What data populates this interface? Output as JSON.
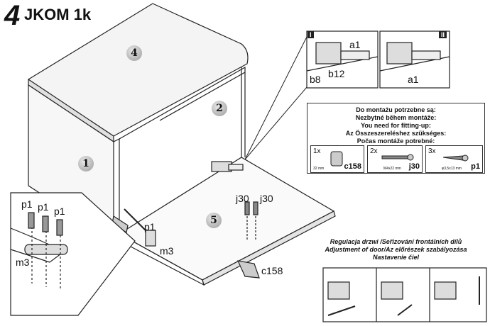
{
  "header": {
    "step_number": "4",
    "title": "JKOM 1k"
  },
  "panels": {
    "p1": "1",
    "p2": "2",
    "p4": "4",
    "p5": "5"
  },
  "callouts": {
    "a1_top": "a1",
    "b8": "b8",
    "b12": "b12",
    "a1_right": "a1",
    "j30_left": "j30",
    "j30_right": "j30",
    "c158": "c158",
    "p1_main": "p1",
    "m3_main": "m3",
    "p1_a": "p1",
    "p1_b": "p1",
    "p1_c": "p1",
    "m3_detail": "m3"
  },
  "steps": {
    "i": "I",
    "ii": "II"
  },
  "tools_box": {
    "lines": [
      "Do montażu potrzebne są:",
      "Nezbytné během montáže:",
      "You need for fitting-up:",
      "Az Összeszereléshez szükséges:",
      "Počas montáže potrebné:"
    ],
    "items": [
      {
        "qty": "1x",
        "dim": "32 mm",
        "code": "c158"
      },
      {
        "qty": "2x",
        "dim": "M4x22 mm",
        "code": "j30"
      },
      {
        "qty": "3x",
        "dim": "φ3,5x13 mm",
        "code": "p1"
      }
    ]
  },
  "adjustment": {
    "lines": [
      "Regulacja drzwi /Seřizování frontálních dílů",
      "Adjustment of door/Az előrészek szabályozása",
      "Nastavenie čiel"
    ]
  }
}
